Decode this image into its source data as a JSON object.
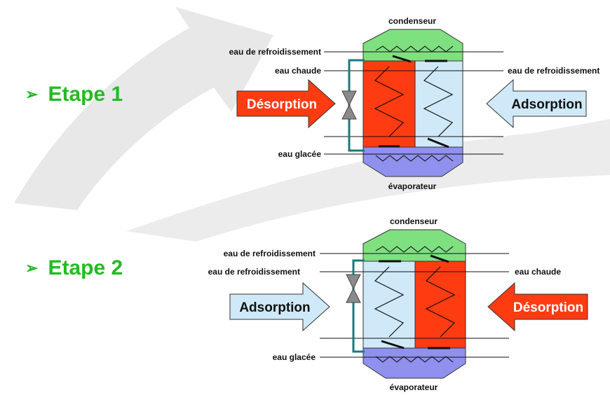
{
  "stages": [
    {
      "title": "Etape 1",
      "left_arrow": "Désorption",
      "right_arrow": "Adsorption",
      "top_label": "condenseur",
      "bottom_label": "évaporateur",
      "left_labels": [
        "eau de refroidissement",
        "eau chaude",
        "eau glacée"
      ],
      "right_labels": [
        "eau de refroidissement"
      ]
    },
    {
      "title": "Etape 2",
      "left_arrow": "Adsorption",
      "right_arrow": "Désorption",
      "top_label": "condenseur",
      "bottom_label": "évaporateur",
      "left_labels": [
        "eau de refroidissement",
        "eau de refroidissement",
        "eau glacée"
      ],
      "right_labels": [
        "eau chaude"
      ]
    }
  ],
  "colors": {
    "hot": "#ff3b12",
    "cold": "#cfe9f8",
    "condenser": "#7fe07f",
    "evaporator": "#9090ee",
    "valve": "#8a8a8a",
    "pipe": "#1a7a7a",
    "title": "#22bb22",
    "watermark": "#e6e6e6"
  },
  "bullet_icon": "arrow-bullet-icon"
}
